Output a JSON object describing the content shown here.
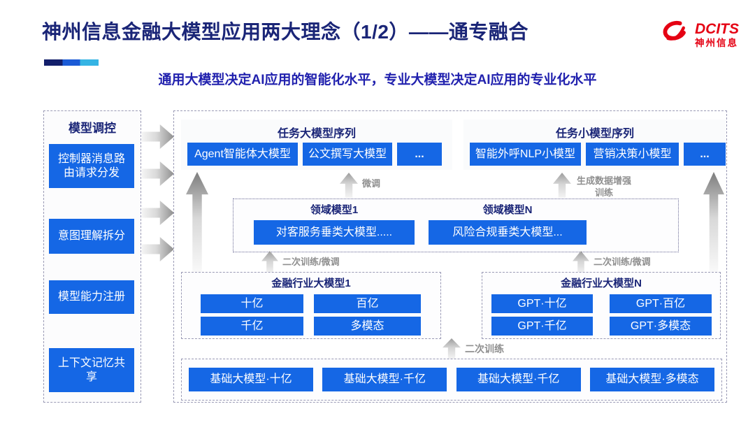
{
  "header": {
    "title": "神州信息金融大模型应用两大理念（1/2）——通专融合",
    "subtitle": "通用大模型决定AI应用的智能化水平，专业大模型决定AI应用的专业化水平",
    "logo": {
      "brand": "DCITS",
      "name": "神州信息"
    }
  },
  "sidebar": {
    "title": "模型调控",
    "items": [
      {
        "label": "控制器消息路由请求分发"
      },
      {
        "label": "意图理解拆分"
      },
      {
        "label": "模型能力注册"
      },
      {
        "label": "上下文记忆共享"
      }
    ]
  },
  "diagram": {
    "task_large": {
      "title": "任务大模型序列",
      "items": [
        "Agent智能体大模型",
        "公文撰写大模型",
        "..."
      ]
    },
    "task_small": {
      "title": "任务小模型序列",
      "items": [
        "智能外呼NLP小模型",
        "营销决策小模型",
        "..."
      ]
    },
    "labels": {
      "fine_tune": "微调",
      "augment": "生成数据增强训练",
      "retrain_ft_left": "二次训练/微调",
      "retrain_ft_right": "二次训练/微调",
      "retrain": "二次训练"
    },
    "domain": {
      "left": {
        "title": "领域模型1",
        "box": "对客服务垂类大模型....."
      },
      "right": {
        "title": "领域模型N",
        "box": "风险合规垂类大模型..."
      }
    },
    "industry_left": {
      "title": "金融行业大模型1",
      "cells": [
        "十亿",
        "百亿",
        "千亿",
        "多模态"
      ]
    },
    "industry_right": {
      "title": "金融行业大模型N",
      "cells": [
        "GPT·十亿",
        "GPT·百亿",
        "GPT·千亿",
        "GPT·多模态"
      ]
    },
    "base_models": [
      "基础大模型·十亿",
      "基础大模型·千亿",
      "基础大模型·千亿",
      "基础大模型·多模态"
    ]
  },
  "colors": {
    "accent_blue": "#1567e5",
    "title_navy": "#1a2577",
    "subtitle_blue": "#2121ae",
    "logo_red": "#e50113",
    "arrow_gray": "#8f8f8f"
  }
}
